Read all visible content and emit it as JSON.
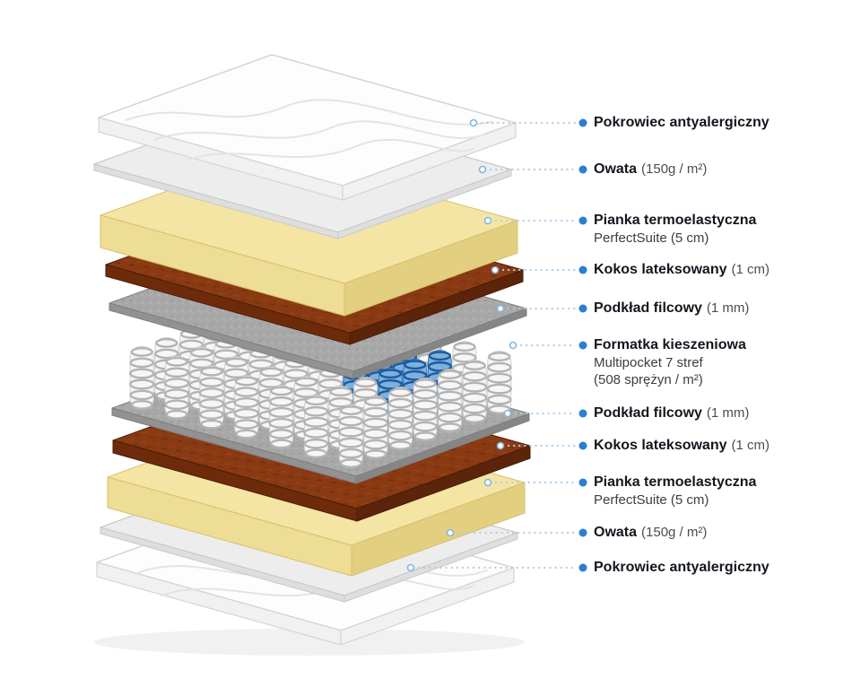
{
  "diagram": {
    "title": "Mattress layers exploded view",
    "colors": {
      "accent_dot": "#2a7fd0",
      "leader_line": "#a8cdec",
      "circle_stroke": "#83b6e2",
      "text_main": "#15151e",
      "text_light": "#4c4c55",
      "text_sub": "#3c3c44",
      "cover_top": "#fdfdfd",
      "cover_front": "#f1f1f1",
      "cover_edge": "#d5d5d5",
      "quilt_line": "#e4e4e4",
      "wadding_top": "#ededed",
      "wadding_front": "#dedede",
      "wadding_edge": "#c9c9c9",
      "foam_top": "#f4e5a4",
      "foam_front_left": "#eedd94",
      "foam_front_right": "#e2cf80",
      "foam_edge": "#d9c06e",
      "coco_top": "#8a3a12",
      "coco_front_left": "#6e2b0b",
      "coco_front_right": "#5c240a",
      "coco_edge": "#4a1d06",
      "felt_top": "#a8a8a8",
      "felt_front_left": "#929292",
      "felt_front_right": "#868686",
      "felt_edge": "#7f7f7f",
      "spring_wire": "#b3b3b3",
      "spring_blue": "#1d5a9e"
    },
    "springs": {
      "rows": 7,
      "cols": 7,
      "blue_cells": [
        [
          4,
          3
        ],
        [
          5,
          3
        ],
        [
          3,
          4
        ],
        [
          4,
          4
        ],
        [
          5,
          4
        ],
        [
          3,
          5
        ],
        [
          4,
          5
        ],
        [
          5,
          5
        ]
      ]
    }
  },
  "labels": [
    {
      "bold": "Pokrowiec antyalergiczny",
      "light": "",
      "subs": []
    },
    {
      "bold": "Owata",
      "light": "(150g / m²)",
      "subs": []
    },
    {
      "bold": "Pianka termoelastyczna",
      "light": "",
      "subs": [
        "PerfectSuite (5 cm)"
      ]
    },
    {
      "bold": "Kokos lateksowany",
      "light": "(1 cm)",
      "subs": []
    },
    {
      "bold": "Podkład filcowy",
      "light": "(1 mm)",
      "subs": []
    },
    {
      "bold": "Formatka kieszeniowa",
      "light": "",
      "subs": [
        "Multipocket 7 stref",
        "(508 sprężyn / m²)"
      ]
    },
    {
      "bold": "Podkład filcowy",
      "light": "(1 mm)",
      "subs": []
    },
    {
      "bold": "Kokos lateksowany",
      "light": "(1 cm)",
      "subs": []
    },
    {
      "bold": "Pianka termoelastyczna",
      "light": "",
      "subs": [
        "PerfectSuite (5 cm)"
      ]
    },
    {
      "bold": "Owata",
      "light": "(150g / m²)",
      "subs": []
    },
    {
      "bold": "Pokrowiec antyalergiczny",
      "light": "",
      "subs": []
    }
  ]
}
